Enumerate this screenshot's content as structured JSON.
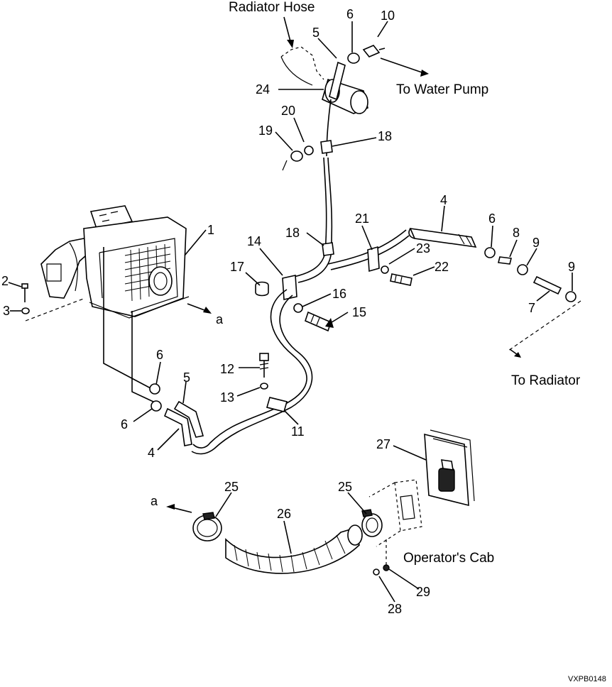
{
  "captions": {
    "radiator_hose": "Radiator Hose",
    "to_water_pump": "To Water Pump",
    "to_radiator": "To Radiator",
    "operators_cab": "Operator's Cab",
    "ref_a_right": "a",
    "ref_a_left": "a"
  },
  "callouts": {
    "n1": "1",
    "n2": "2",
    "n3": "3",
    "n4a": "4",
    "n4b": "4",
    "n5a": "5",
    "n5b": "5",
    "n6a": "6",
    "n6b": "6",
    "n6c": "6",
    "n6d": "6",
    "n7": "7",
    "n8": "8",
    "n9a": "9",
    "n9b": "9",
    "n10": "10",
    "n11": "11",
    "n12": "12",
    "n13": "13",
    "n14": "14",
    "n15": "15",
    "n16": "16",
    "n17": "17",
    "n18a": "18",
    "n18b": "18",
    "n19": "19",
    "n20": "20",
    "n21": "21",
    "n22": "22",
    "n23": "23",
    "n24": "24",
    "n25a": "25",
    "n25b": "25",
    "n26": "26",
    "n27": "27",
    "n28": "28",
    "n29": "29"
  },
  "drawing_code": "VXPB0148"
}
